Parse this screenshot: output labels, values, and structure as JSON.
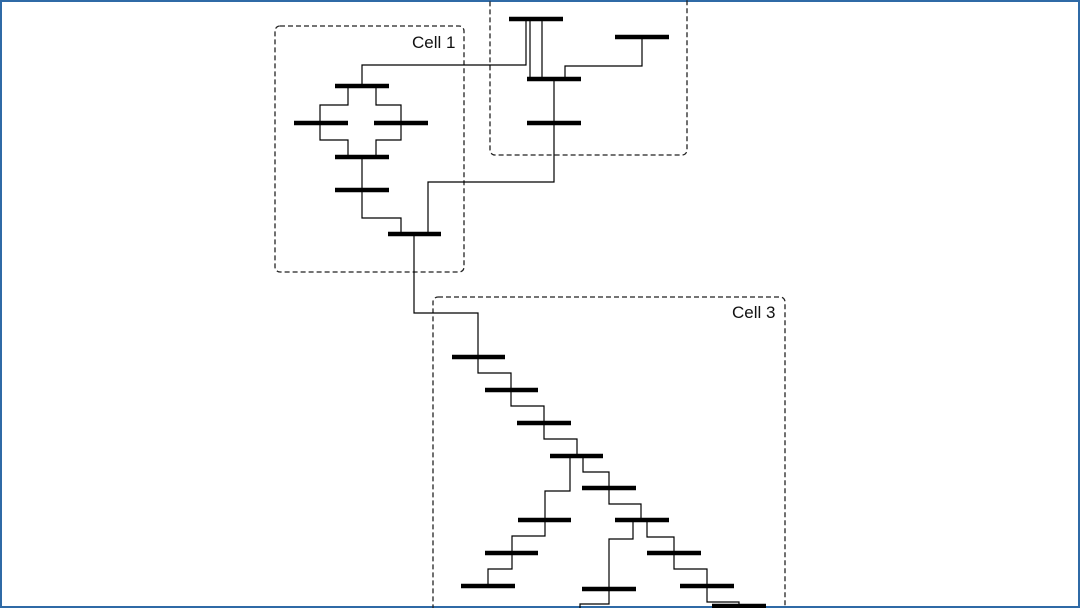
{
  "diagram": {
    "cells": [
      {
        "id": "cell-1",
        "label": "Cell 1"
      },
      {
        "id": "cell-2",
        "label": ""
      },
      {
        "id": "cell-3",
        "label": "Cell 3"
      }
    ]
  }
}
